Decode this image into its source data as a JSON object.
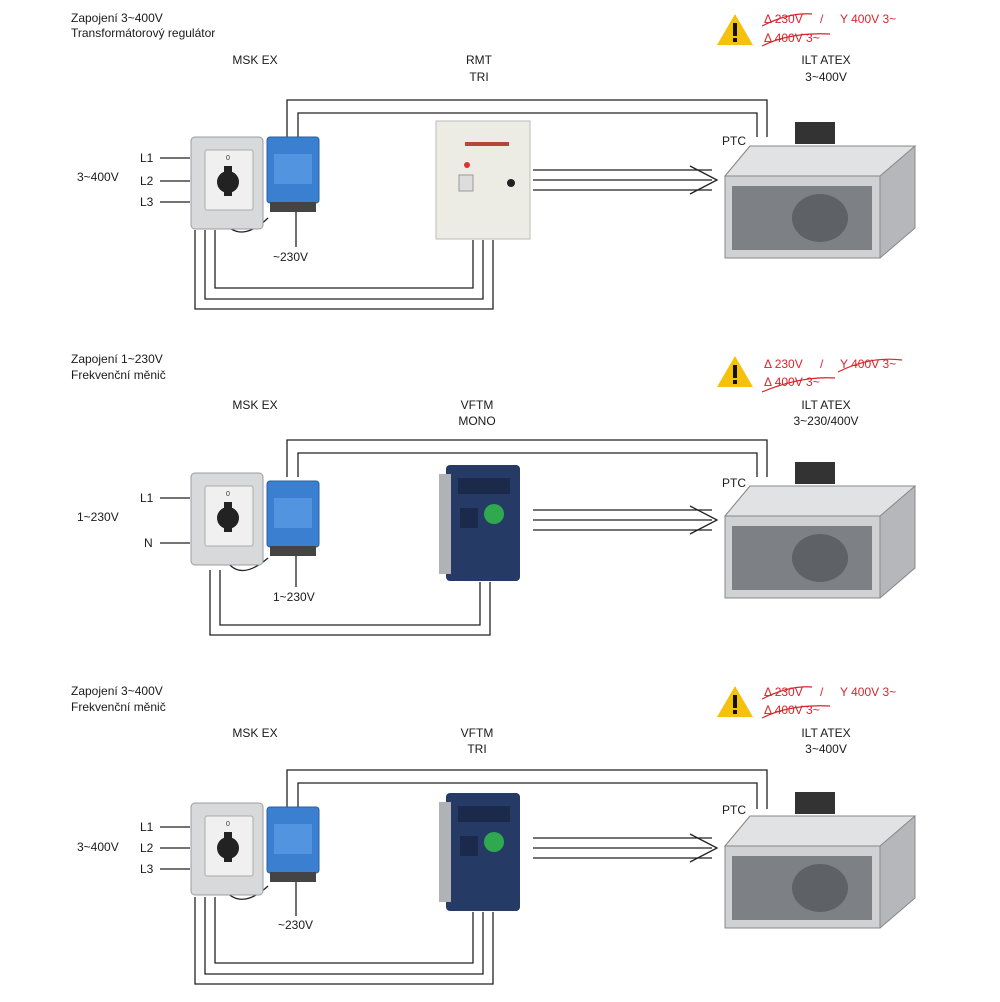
{
  "panels": [
    {
      "title": "Zapojení 3~400V",
      "subtitle": "Transformátorový regulátor",
      "switch_label": "MSK EX",
      "controller_label": [
        "RMT",
        "TRI"
      ],
      "fan_label": [
        "ILT ATEX",
        "3~400V"
      ],
      "ptc_label": "PTC",
      "supply_label": "3~400V",
      "phase_labels": [
        "L1",
        "L2",
        "L3"
      ],
      "control_voltage": "~230V",
      "warning": {
        "delta_230": {
          "text": "Δ 230V",
          "crossed": true
        },
        "star_400": {
          "text": "Y 400V 3~",
          "crossed": false
        },
        "delta_400": {
          "text": "Δ 400V 3~",
          "crossed": true
        }
      }
    },
    {
      "title": "Zapojení 1~230V",
      "subtitle": "Frekvenční měnič",
      "switch_label": "MSK EX",
      "controller_label": [
        "VFTM",
        "MONO"
      ],
      "fan_label": [
        "ILT ATEX",
        "3~230/400V"
      ],
      "ptc_label": "PTC",
      "supply_label": "1~230V",
      "phase_labels": [
        "L1",
        "N"
      ],
      "control_voltage": "1~230V",
      "warning": {
        "delta_230": {
          "text": "Δ 230V",
          "crossed": false
        },
        "star_400": {
          "text": "Y 400V 3~",
          "crossed": true
        },
        "delta_400": {
          "text": "Δ 400V 3~",
          "crossed": true
        }
      }
    },
    {
      "title": "Zapojení 3~400V",
      "subtitle": "Frekvenční měnič",
      "switch_label": "MSK EX",
      "controller_label": [
        "VFTM",
        "TRI"
      ],
      "fan_label": [
        "ILT ATEX",
        "3~400V"
      ],
      "ptc_label": "PTC",
      "supply_label": "3~400V",
      "phase_labels": [
        "L1",
        "L2",
        "L3"
      ],
      "control_voltage": "~230V",
      "warning": {
        "delta_230": {
          "text": "Δ 230V",
          "crossed": true
        },
        "star_400": {
          "text": "Y 400V 3~",
          "crossed": false
        },
        "delta_400": {
          "text": "Δ 400V 3~",
          "crossed": true
        }
      }
    }
  ],
  "colors": {
    "warning_text": "#d9242b",
    "warning_sign": "#f4c20d",
    "relay_blue": "#3a7fd0",
    "drive_blue": "#263a66",
    "wire": "#222222"
  }
}
